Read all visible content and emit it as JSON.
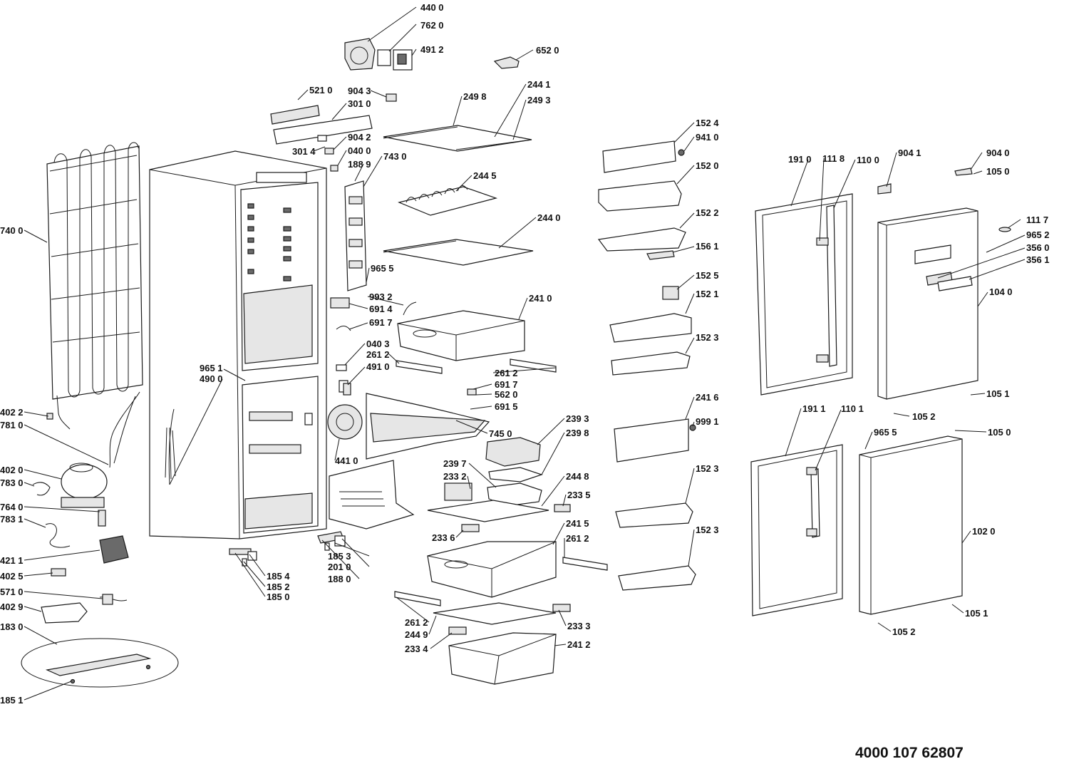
{
  "document_number": "4000 107 62807",
  "labels": [
    "440 0",
    "762 0",
    "491 2",
    "652 0",
    "521 0",
    "904 3",
    "301 0",
    "249 8",
    "244 1",
    "249 3",
    "904 2",
    "301 4",
    "040 0",
    "188 9",
    "743 0",
    "152 4",
    "941 0",
    "152 0",
    "191 0",
    "111 8",
    "110 0",
    "904 1",
    "904 0",
    "105 0",
    "740 0",
    "244 5",
    "152 2",
    "156 1",
    "111 7",
    "965 2",
    "356 0",
    "356 1",
    "244 0",
    "965 5",
    "152 5",
    "152 1",
    "104 0",
    "993 2",
    "691 4",
    "241 0",
    "691 7",
    "152 3",
    "040 3",
    "261 2",
    "965 1",
    "490 0",
    "491 0",
    "261 2",
    "691 7",
    "562 0",
    "241 6",
    "105 1",
    "691 5",
    "999 1",
    "191 1",
    "110 1",
    "105 2",
    "402 2",
    "781 0",
    "239 3",
    "745 0",
    "239 8",
    "965 5",
    "105 0",
    "441 0",
    "239 7",
    "402 0",
    "233 2",
    "244 8",
    "152 3",
    "783 0",
    "233 5",
    "764 0",
    "783 1",
    "241 5",
    "233 6",
    "261 2",
    "152 3",
    "102 0",
    "185 3",
    "421 1",
    "201 0",
    "185 4",
    "188 0",
    "185 2",
    "402 5",
    "185 0",
    "571 0",
    "402 9",
    "261 2",
    "233 3",
    "105 1",
    "244 9",
    "183 0",
    "105 2",
    "233 4",
    "241 2",
    "185 1"
  ]
}
